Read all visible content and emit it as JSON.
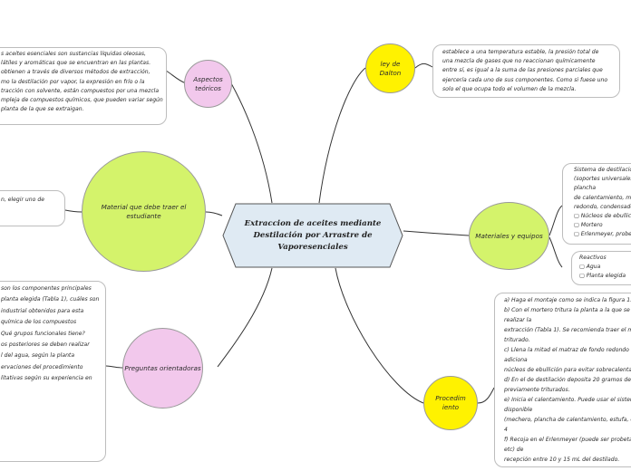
{
  "central": {
    "title": "Extraccion de aceites mediante Destilación por Arrastre de Vaporesenciales"
  },
  "aspectos": {
    "label_lines": [
      "Aspectos",
      "teóricos"
    ],
    "text_lines": [
      "s aceites esenciales son sustancias líquidas oleosas,",
      "látiles y aromáticas que se encuentran en las plantas.",
      "obtienen a través de diversos métodos de extracción,",
      "mo la destilación por vapor, la expresión en frío o la",
      "tracción con solvente, están compuestos por una mezcla",
      "mpleja de compuestos químicos, que pueden variar según",
      "planta de la que se extraigan."
    ]
  },
  "dalton": {
    "label_lines": [
      "ley de",
      "Dalton"
    ],
    "text_lines": [
      "establece a una temperatura estable, la presión total de",
      "una mezcla de gases que no reaccionan químicamente",
      "entre sí, es igual a la suma de las presiones parciales que",
      "ejercería cada uno de sus componentes. Como si fuese uno",
      "solo el que ocupa todo el volumen de la mezcla."
    ]
  },
  "material": {
    "label": "Material que debe traer el estudiante",
    "text_lines": [
      "n, elegir uno de"
    ]
  },
  "materiales": {
    "label": "Materiales y equipos",
    "equipment_lines": [
      "Sistema de destilación",
      "(soportes universales",
      "plancha",
      "de calentamiento, ma",
      "redondo, condensador",
      "▢  Núcleos de ebullici",
      "▢  Mortero",
      "▢  Erlenmeyer, probe"
    ],
    "reactivos_lines": [
      "Reactivos",
      "▢  Agua",
      "▢  Planta elegida"
    ]
  },
  "preguntas": {
    "label": "Preguntas orientadoras",
    "text_lines": [
      "son los componentes principales",
      "",
      "planta elegida (Tabla 1), cuáles son",
      "",
      "industrial obtenidos para esta",
      "",
      "química de los compuestos",
      "",
      "Qué grupos funcionales tiene?",
      "os posteriores se deben realizar",
      "l del agua, según la planta",
      "",
      "ervaciones del procedimiento",
      "",
      "litativas según su experiencia en"
    ]
  },
  "procedimiento": {
    "label_lines": [
      "Procedim",
      "iento"
    ],
    "text_lines": [
      "a) Haga el montaje como se indica la figura 1.",
      "b) Con el mortero tritura la planta a la que se",
      "realizar la",
      "extracción (Tabla 1). Se recomienda traer el m",
      "triturado.",
      "c)  Llena la mitad el matraz de fondo redondo",
      "adiciona",
      "núcleos de ebullición para evitar sobrecalentam",
      "d) En el de destilación deposita 20 gramos de",
      "previamente triturados.",
      "e)  Inicia el calentamiento. Puede usar el sistem",
      "disponible",
      "(mechero, plancha de calentamiento, estufa, et",
      "4",
      "f) Recoja en el Erlenmeyer (puede ser probeta",
      "etc) de",
      "recepción entre 10 y 15 mL del destilado."
    ]
  },
  "colors": {
    "pink": "#f2c8ec",
    "yellow": "#fff200",
    "green": "#d4f36b",
    "central_fill": "#dfeaf3",
    "line": "#333333",
    "box_border": "#bdbdbd"
  }
}
